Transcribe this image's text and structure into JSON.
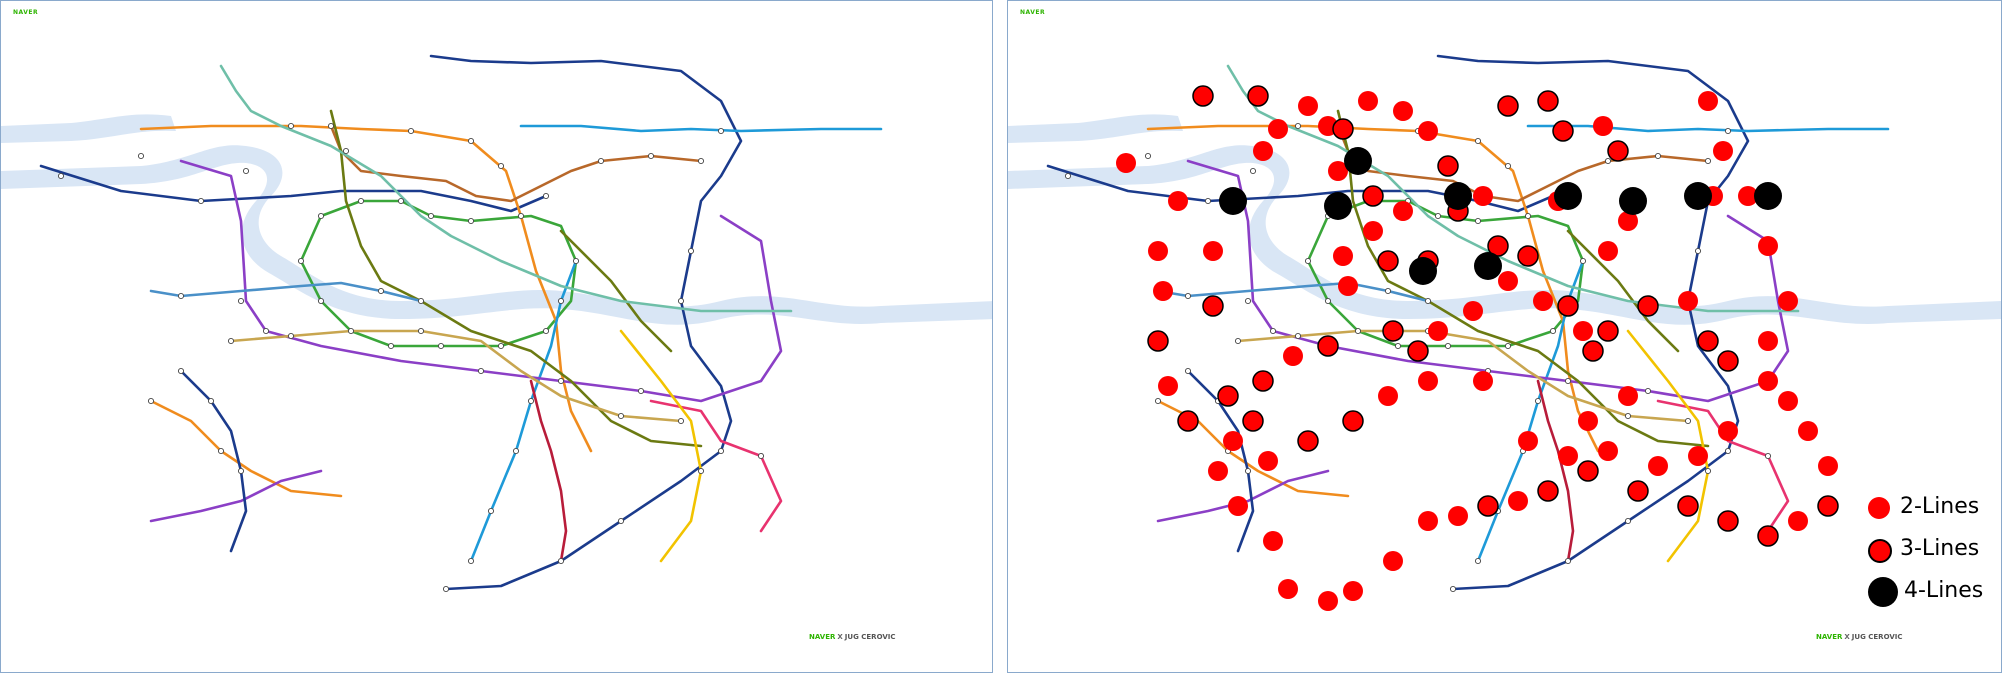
{
  "left_panel": {
    "brand": "NAVER",
    "credit": {
      "naver": "NAVER",
      "x": "X",
      "author": "JUG CEROVIC"
    }
  },
  "right_panel": {
    "brand": "NAVER",
    "credit": {
      "naver": "NAVER",
      "x": "X",
      "author": "JUG CEROVIC"
    }
  },
  "colors": {
    "river": "#d9e6f5",
    "line1": "#1b3b8c",
    "line2": "#3aa63a",
    "line3": "#f08c1e",
    "line4": "#1e9ad8",
    "line5": "#8b3fc6",
    "line6": "#b8682a",
    "line7": "#6b7a12",
    "line8": "#e8336f",
    "line9": "#c8a650",
    "airport": "#4a90c8",
    "gyeongui": "#6fbfa8",
    "bundang": "#f2c300",
    "sinbundang": "#b81c3a",
    "marker_red": "#ff0000",
    "marker_black": "#000000"
  },
  "legend": {
    "items": [
      {
        "label": "2-Lines",
        "color": "#ff0000",
        "outline": "none"
      },
      {
        "label": "3-Lines",
        "color": "#ff0000",
        "outline": "#000000"
      },
      {
        "label": "4-Lines",
        "color": "#000000",
        "outline": "none"
      }
    ]
  }
}
